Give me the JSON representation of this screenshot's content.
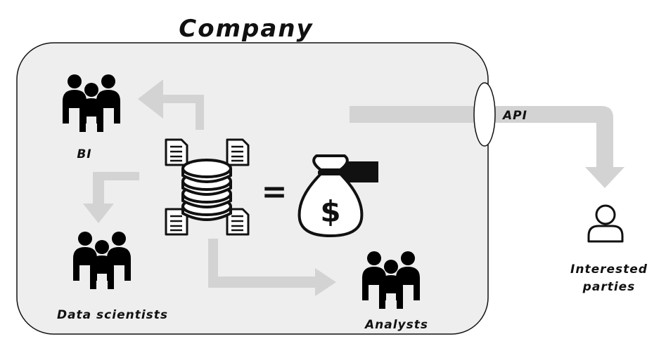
{
  "diagram": {
    "title": "Company",
    "labels": {
      "bi": "BI",
      "data_scientists": "Data scientists",
      "analysts": "Analysts",
      "api": "API",
      "interested_parties_line1": "Interested",
      "interested_parties_line2": "parties",
      "equals": "="
    },
    "icons": [
      "people-group-icon",
      "document-icon",
      "database-icon",
      "money-bag-icon",
      "person-icon"
    ],
    "colors": {
      "company_fill": "#eeeeee",
      "arrow": "#d3d3d3",
      "stroke": "#111111"
    }
  }
}
